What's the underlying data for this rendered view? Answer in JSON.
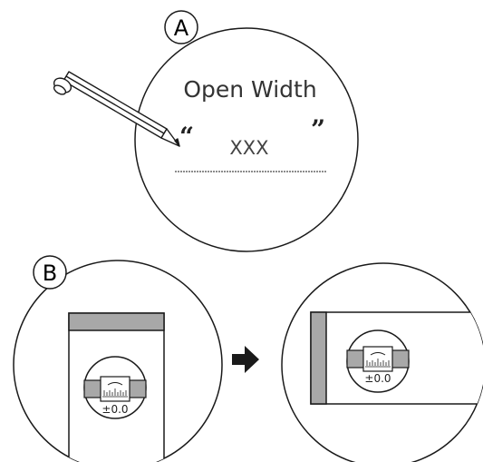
{
  "panel_a": {
    "label": "A",
    "heading": "Open Width",
    "quote_open": "“",
    "quote_close": "”",
    "value": "XXX"
  },
  "panel_b": {
    "label": "B",
    "level_reading_left": "±0.0",
    "level_reading_right": "±0.0"
  },
  "colors": {
    "stroke": "#1a1a1a",
    "gray_fill": "#a8a8a8",
    "arrow": "#1a1a1a"
  },
  "icons": {
    "pencil": "pencil-icon",
    "arrow": "arrow-right-icon",
    "level": "spirit-level-icon"
  }
}
